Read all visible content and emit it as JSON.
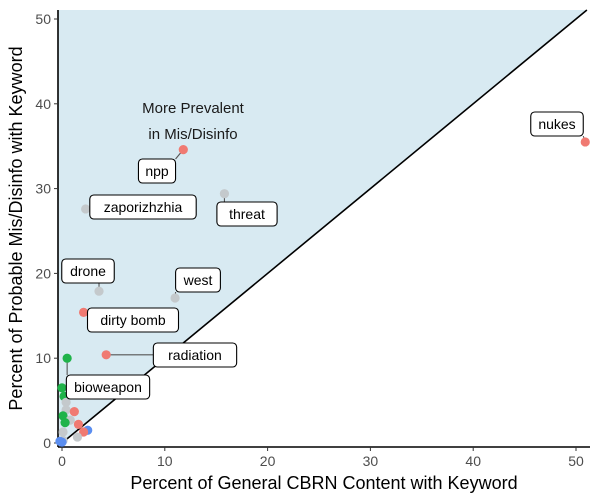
{
  "chart_data": {
    "type": "scatter",
    "title": "",
    "xlabel": "Percent of General CBRN Content with Keyword",
    "ylabel": "Percent of Probable Mis/Disinfo with Keyword",
    "xlim": [
      -0.4,
      51.4
    ],
    "ylim": [
      -0.4,
      51.4
    ],
    "xticks": [
      0,
      10,
      20,
      30,
      40,
      50
    ],
    "yticks": [
      0,
      10,
      20,
      30,
      40,
      50
    ],
    "grid": false,
    "legend": "none",
    "reference_line": {
      "type": "y = x",
      "color": "#000000"
    },
    "shaded_region": {
      "description": "above y = x",
      "color": "#d8eaf2"
    },
    "annotation": {
      "lines": [
        "More Prevalent",
        "in Mis/Disinfo"
      ],
      "x": 11.5,
      "y": 38.5
    },
    "colors": {
      "red": "#f07a72",
      "green": "#1fb34a",
      "blue": "#5b8ef0",
      "grey": "#c4c9cc"
    },
    "points": [
      {
        "label": "nukes",
        "x": 50.9,
        "y": 35.5,
        "color": "red"
      },
      {
        "label": "npp",
        "x": 11.8,
        "y": 34.6,
        "color": "red"
      },
      {
        "label": "threat",
        "x": 15.8,
        "y": 29.4,
        "color": "grey"
      },
      {
        "label": "zaporizhzhia",
        "x": 2.3,
        "y": 27.6,
        "color": "grey"
      },
      {
        "label": "drone",
        "x": 3.6,
        "y": 17.9,
        "color": "grey"
      },
      {
        "label": "west",
        "x": 11.0,
        "y": 17.1,
        "color": "grey"
      },
      {
        "label": "dirty bomb",
        "x": 2.1,
        "y": 15.4,
        "color": "red"
      },
      {
        "label": "radiation",
        "x": 4.3,
        "y": 10.4,
        "color": "red"
      },
      {
        "label": "bioweapon",
        "x": 0.5,
        "y": 10.0,
        "color": "green"
      },
      {
        "label": "",
        "x": 0.0,
        "y": 6.5,
        "color": "green"
      },
      {
        "label": "",
        "x": 0.2,
        "y": 5.5,
        "color": "green"
      },
      {
        "label": "",
        "x": 0.4,
        "y": 4.8,
        "color": "grey"
      },
      {
        "label": "",
        "x": 0.4,
        "y": 3.9,
        "color": "grey"
      },
      {
        "label": "",
        "x": 1.2,
        "y": 3.7,
        "color": "red"
      },
      {
        "label": "",
        "x": 0.1,
        "y": 3.2,
        "color": "green"
      },
      {
        "label": "",
        "x": 0.8,
        "y": 2.7,
        "color": "grey"
      },
      {
        "label": "",
        "x": 0.3,
        "y": 2.4,
        "color": "green"
      },
      {
        "label": "",
        "x": 1.6,
        "y": 2.2,
        "color": "red"
      },
      {
        "label": "",
        "x": 2.5,
        "y": 1.5,
        "color": "blue"
      },
      {
        "label": "",
        "x": 2.1,
        "y": 1.3,
        "color": "red"
      },
      {
        "label": "",
        "x": 0.1,
        "y": 1.3,
        "color": "grey"
      },
      {
        "label": "",
        "x": 1.5,
        "y": 0.7,
        "color": "grey"
      },
      {
        "label": "",
        "x": 0.1,
        "y": 0.3,
        "color": "grey"
      },
      {
        "label": "",
        "x": -0.2,
        "y": 0.2,
        "color": "blue"
      },
      {
        "label": "",
        "x": 0.0,
        "y": 0.1,
        "color": "blue"
      }
    ]
  }
}
